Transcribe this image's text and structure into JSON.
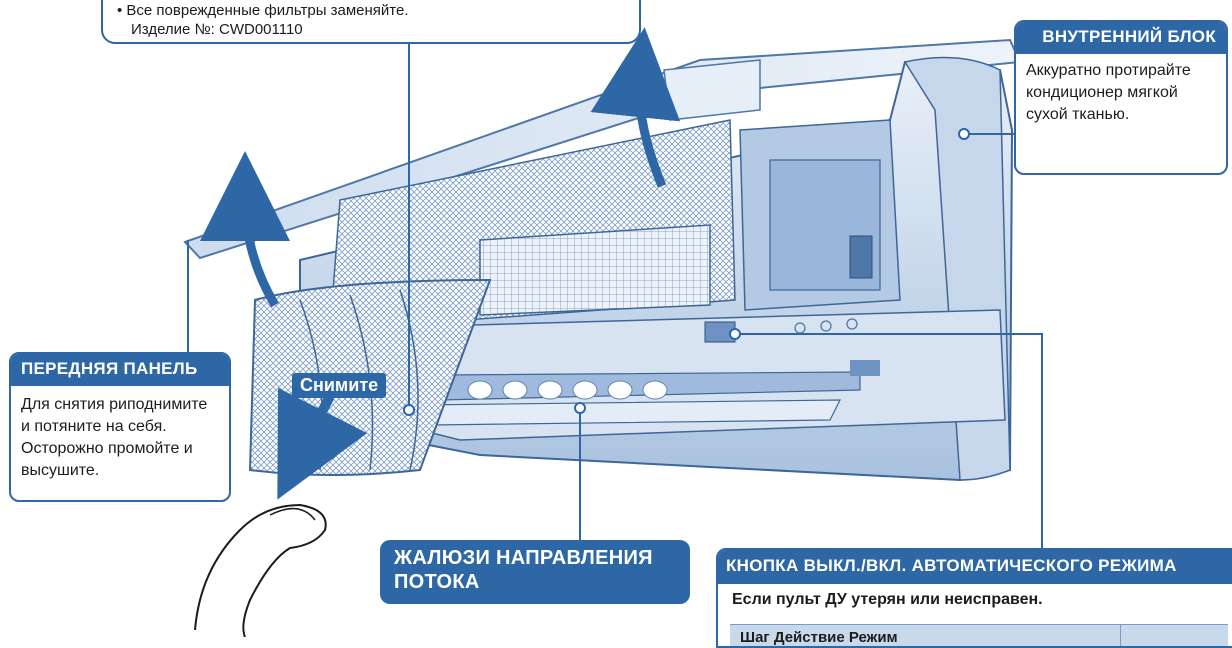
{
  "filter_note": {
    "line1": "• Все поврежденные фильтры заменяйте.",
    "line2": "Изделие №: CWD001110"
  },
  "indoor_unit": {
    "title": "ВНУТРЕННИЙ БЛОК",
    "text": "Аккуратно протирайте\nкондиционер мягкой\nсухой тканью."
  },
  "front_panel": {
    "title": "ПЕРЕДНЯЯ ПАНЕЛЬ",
    "text": "Для снятия риподнимите\nи потяните на себя.\nОсторожно промойте и\nвысушите."
  },
  "remove_label": "Снимите",
  "louver": {
    "title": "ЖАЛЮЗИ НАПРАВЛЕНИЯ\nПОТОКА"
  },
  "auto_button": {
    "title": "КНОПКА ВЫКЛ./ВКЛ. АВТОМАТИЧЕСКОГО РЕЖИМА",
    "subtitle": "Если пульт ДУ утерян или неисправен.",
    "table_header": "Шаг Действие Режим"
  },
  "colors": {
    "accent": "#2d67a6",
    "unit_light": "#dde8f4",
    "unit_mid": "#b7cde6",
    "unit_dark": "#5b83b6"
  }
}
